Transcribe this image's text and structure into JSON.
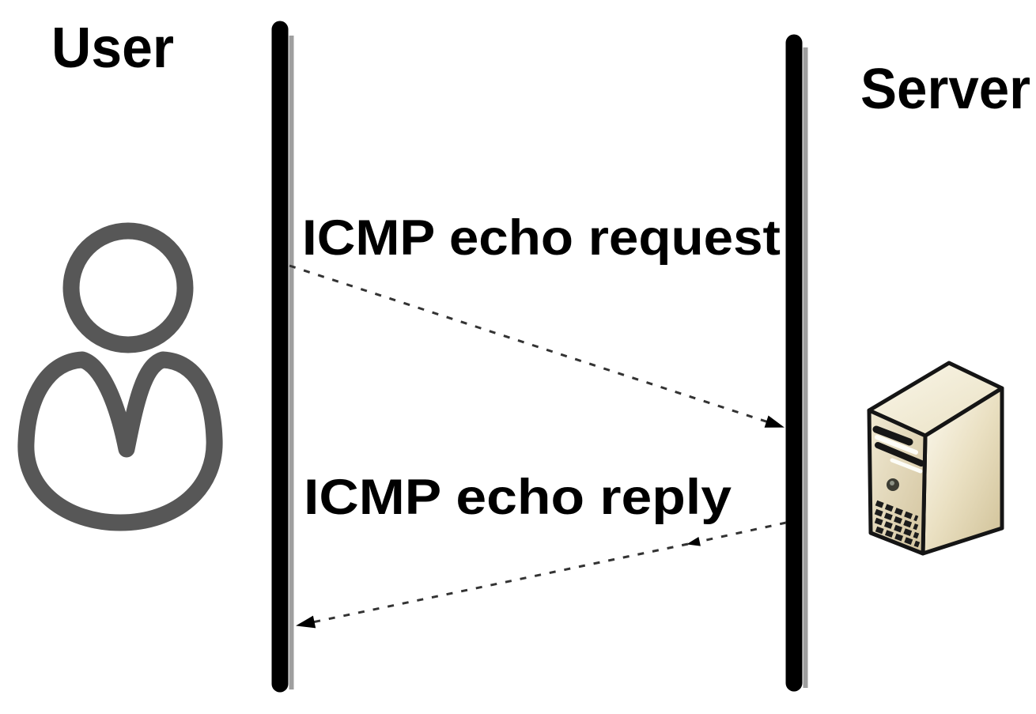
{
  "page": {
    "background": "#ffffff"
  },
  "diagram": {
    "kind": "sequence-diagram",
    "actors": [
      {
        "id": "user",
        "label": "User",
        "icon": "person-icon",
        "icon_color": "#575757"
      },
      {
        "id": "server",
        "label": "Server",
        "icon": "server-tower-icon",
        "icon_colors": {
          "body": "#e6dcbc",
          "light": "#faf7ea",
          "dark": "#cfc096",
          "outline": "#151515"
        }
      }
    ],
    "lifelines": {
      "color": "#000000",
      "shadow_color": "#8f8f8f"
    },
    "messages": [
      {
        "from": "user",
        "to": "server",
        "label": "ICMP echo request",
        "line": "dashed",
        "arrowhead": "filled-black"
      },
      {
        "from": "server",
        "to": "user",
        "label": "ICMP echo reply",
        "line": "dashed",
        "arrowhead": "filled-black"
      }
    ],
    "text_color": "#000000"
  }
}
